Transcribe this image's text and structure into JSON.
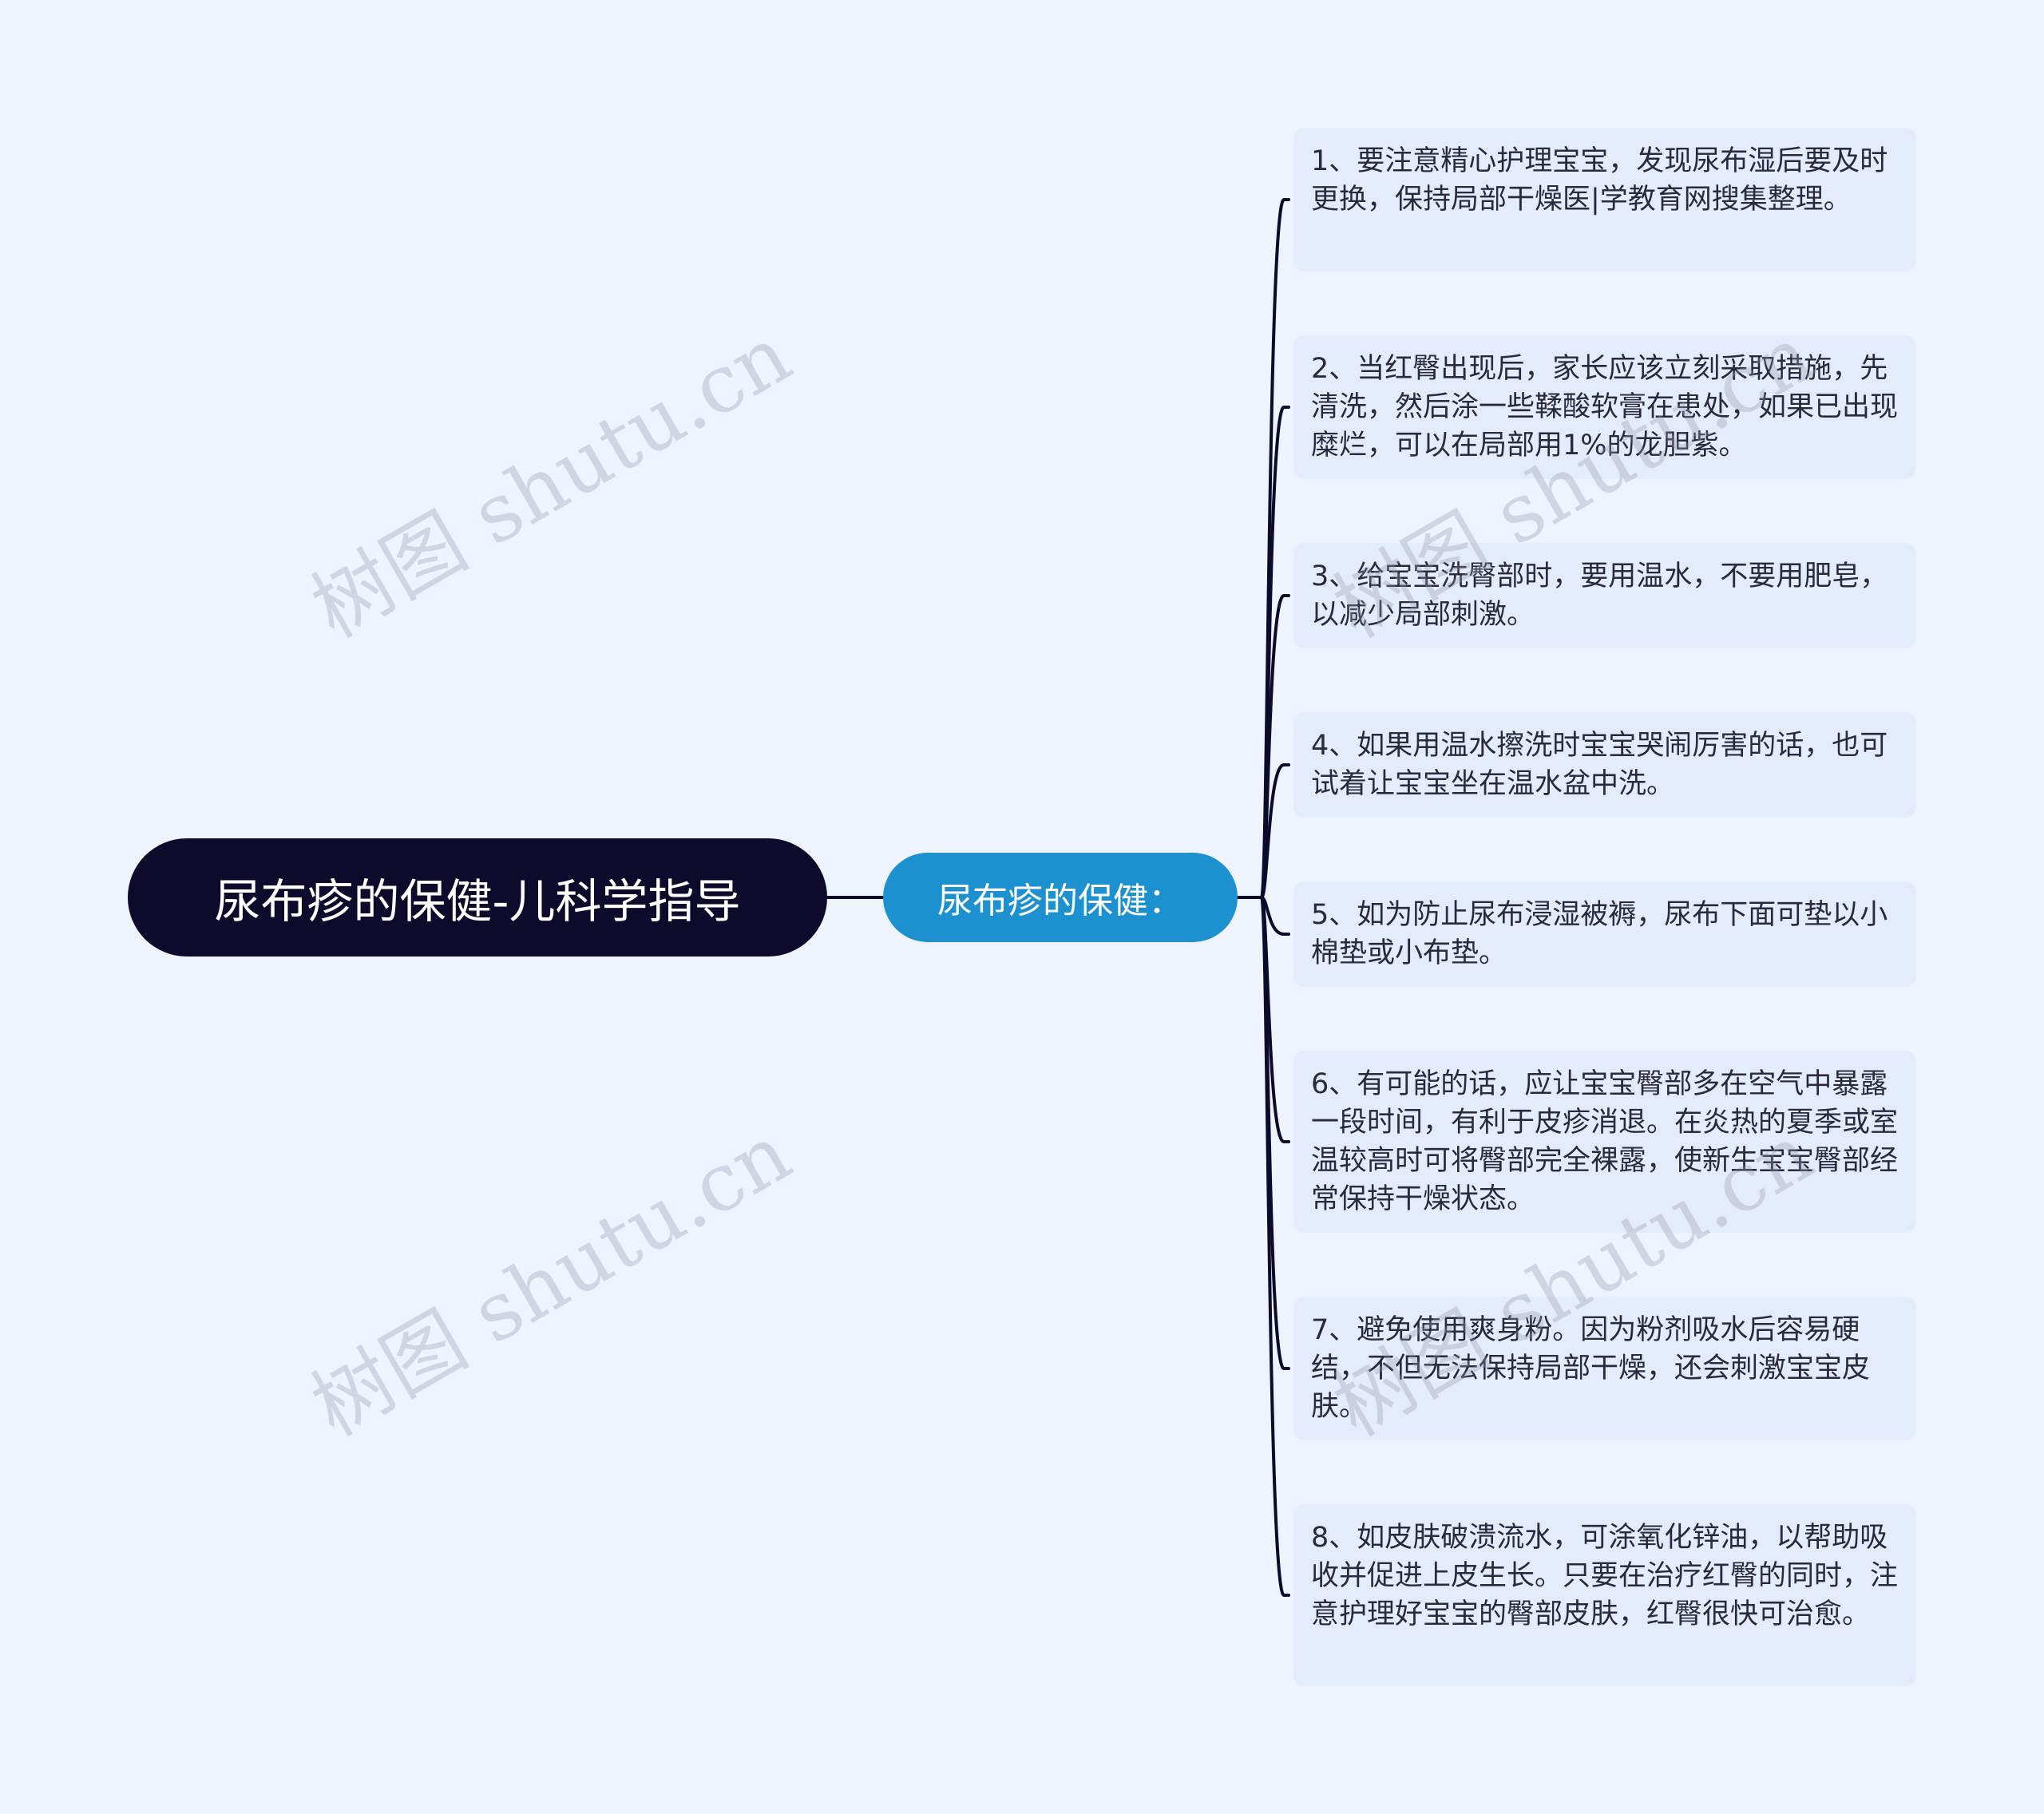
{
  "root": {
    "label": "尿布疹的保健-儿科学指导"
  },
  "branch": {
    "label": "尿布疹的保健："
  },
  "leaves": [
    "1、要注意精心护理宝宝，发现尿布湿后要及时更换，保持局部干燥医|学教育网搜集整理。",
    "2、当红臀出现后，家长应该立刻采取措施，先清洗，然后涂一些鞣酸软膏在患处，如果已出现糜烂，可以在局部用1%的龙胆紫。",
    "3、给宝宝洗臀部时，要用温水，不要用肥皂，以减少局部刺激。",
    "4、如果用温水擦洗时宝宝哭闹厉害的话，也可试着让宝宝坐在温水盆中洗。",
    "5、如为防止尿布浸湿被褥，尿布下面可垫以小棉垫或小布垫。",
    "6、有可能的话，应让宝宝臀部多在空气中暴露一段时间，有利于皮疹消退。在炎热的夏季或室温较高时可将臀部完全裸露，使新生宝宝臀部经常保持干燥状态。",
    "7、避免使用爽身粉。因为粉剂吸水后容易硬结，不但无法保持局部干燥，还会刺激宝宝皮肤。",
    "8、如皮肤破溃流水，可涂氧化锌油，以帮助吸收并促进上皮生长。只要在治疗红臀的同时，注意护理好宝宝的臀部皮肤，红臀很快可治愈。"
  ],
  "watermark": {
    "text": "树图 shutu.cn"
  },
  "colors": {
    "background": "#eef3fe",
    "root_fill": "#0d0a2c",
    "branch_fill": "#1d91d0",
    "leaf_fill": "#e3ebfc",
    "connector": "#0d0a2c"
  }
}
